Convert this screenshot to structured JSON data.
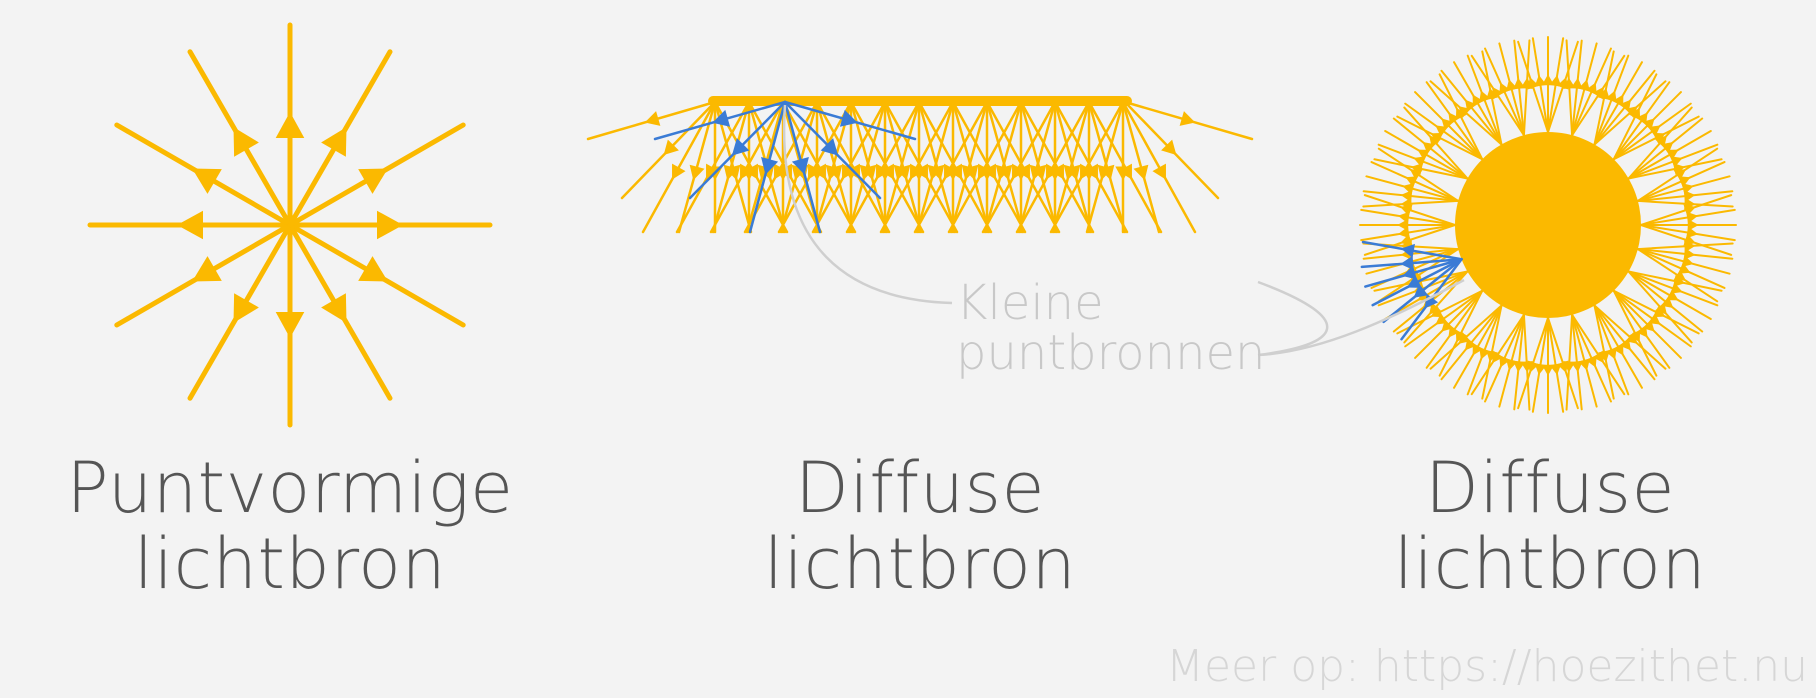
{
  "colors": {
    "background": "#f3f3f3",
    "ray": "#fbb900",
    "highlight_ray": "#3a7bd5",
    "caption_text": "#555555",
    "callout_text": "#c8c8c8",
    "callout_line": "#cfcfcf",
    "footer_text": "#d6d6d6"
  },
  "panels": [
    {
      "id": "point",
      "caption_line1": "Puntvormige",
      "caption_line2": "lichtbron"
    },
    {
      "id": "line",
      "caption_line1": "Diffuse",
      "caption_line2": "lichtbron"
    },
    {
      "id": "sun",
      "caption_line1": "Diffuse",
      "caption_line2": "lichtbron"
    }
  ],
  "callout": {
    "line1": "Kleine",
    "line2": "puntbronnen"
  },
  "footer": {
    "text": "Meer op: https://hoezithet.nu"
  }
}
